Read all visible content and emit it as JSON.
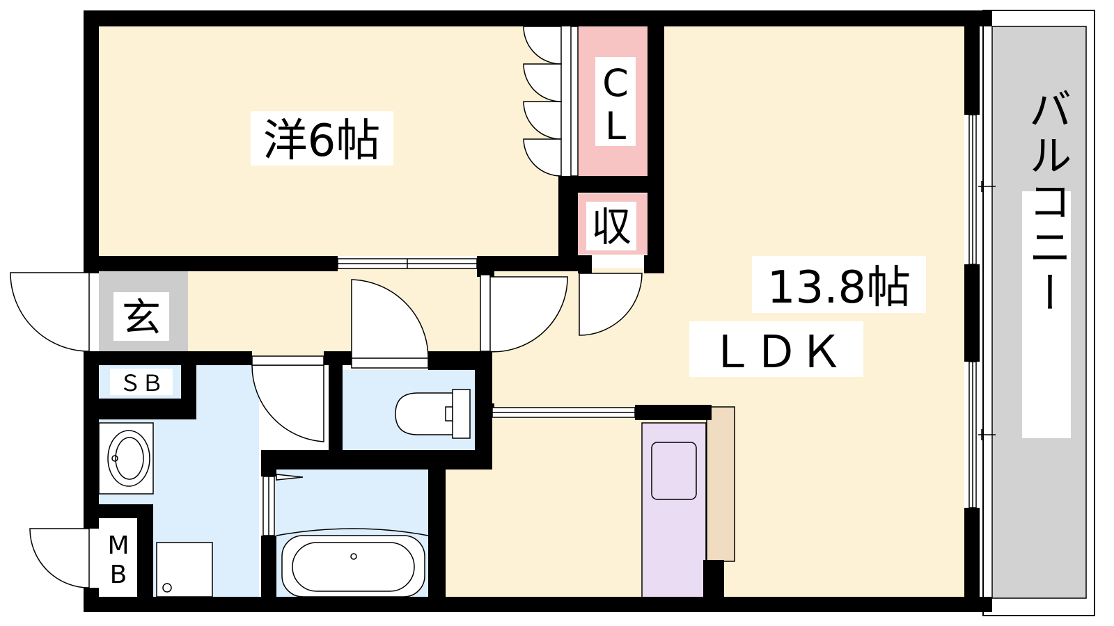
{
  "rooms": {
    "western_room": {
      "label": "洋6帖"
    },
    "closet": {
      "label_line1": "C",
      "label_line2": "L"
    },
    "storage": {
      "label": "収"
    },
    "ldk": {
      "size_label": "13.8帖",
      "type_label": "ＬＤＫ"
    },
    "entrance": {
      "label": "玄"
    },
    "shoe_box": {
      "label": "ＳＢ"
    },
    "meter_box": {
      "label_line1": "M",
      "label_line2": "B"
    },
    "balcony": {
      "label": "バルコニー"
    }
  },
  "colors": {
    "wall": "#000000",
    "living_floor": "#fdf2d5",
    "wet_area": "#ddeefc",
    "storage": "#f8c3c3",
    "entrance": "#cccccc",
    "balcony": "#d2d2d2",
    "kitchen_counter": "#eadcf2",
    "kitchen_back": "#f0dcc0"
  }
}
